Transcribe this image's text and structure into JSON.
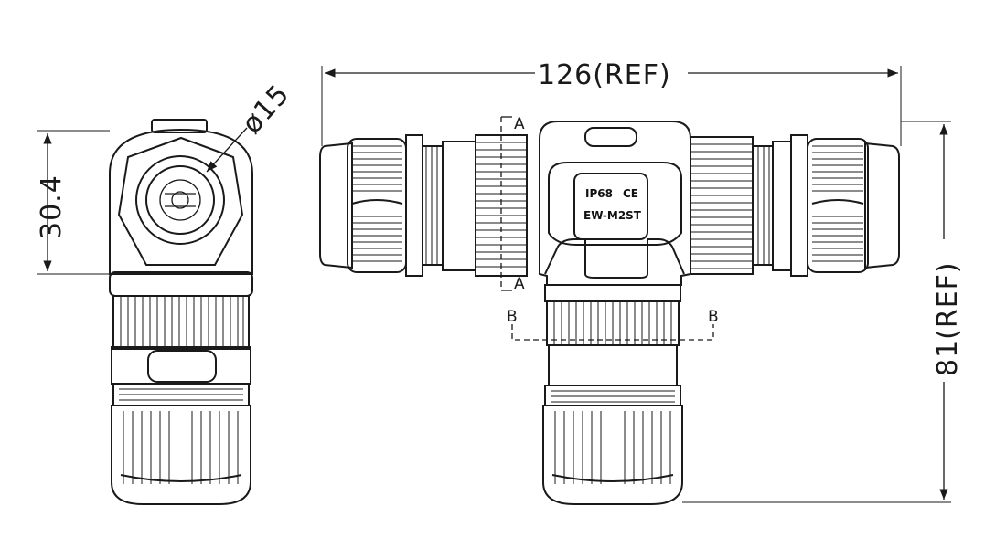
{
  "dimensions": {
    "height_side": "30.4",
    "diameter": "ø15",
    "width_total": "126(REF)",
    "height_total": "81(REF)"
  },
  "sections": {
    "a": "A",
    "b": "B"
  },
  "label": {
    "rating": "IP68",
    "mark": "CE",
    "model": "EW-M2ST"
  }
}
